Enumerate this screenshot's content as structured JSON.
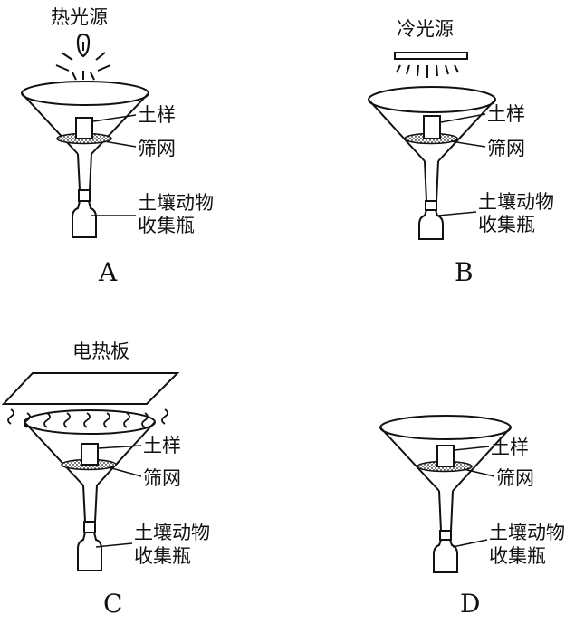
{
  "panels": {
    "A": {
      "caption": "A",
      "source_label": "热光源",
      "soil_label": "土样",
      "sieve_label": "筛网",
      "bottle_label_1": "土壤动物",
      "bottle_label_2": "收集瓶"
    },
    "B": {
      "caption": "B",
      "source_label": "冷光源",
      "soil_label": "土样",
      "sieve_label": "筛网",
      "bottle_label_1": "土壤动物",
      "bottle_label_2": "收集瓶"
    },
    "C": {
      "caption": "C",
      "source_label": "电热板",
      "soil_label": "土样",
      "sieve_label": "筛网",
      "bottle_label_1": "土壤动物",
      "bottle_label_2": "收集瓶"
    },
    "D": {
      "caption": "D",
      "soil_label": "土样",
      "sieve_label": "筛网",
      "bottle_label_1": "土壤动物",
      "bottle_label_2": "收集瓶"
    }
  },
  "icons": [
    "light-bulb-icon",
    "fluorescent-tube-icon",
    "heating-plate-icon",
    "heat-wave-icon",
    "funnel-icon",
    "soil-sample-icon",
    "sieve-icon",
    "collection-bottle-icon"
  ],
  "colors": {
    "line": "#111111",
    "background": "#ffffff"
  }
}
